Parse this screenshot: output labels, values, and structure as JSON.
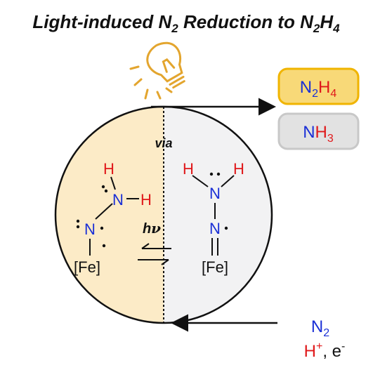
{
  "title": {
    "text_main": "Light-induced N",
    "text_sub1": "2",
    "text_mid": " Reduction to N",
    "text_sub2": "2",
    "text_h": "H",
    "text_sub3": "4"
  },
  "icons": {
    "light": "lightbulb-icon"
  },
  "products": [
    {
      "atom1": "N",
      "sub1": "2",
      "atom2": "H",
      "sub2": "4",
      "bg": "#f8d978",
      "border": "#f0b400"
    },
    {
      "atom1": "N",
      "atom2": "H",
      "sub2": "3",
      "bg": "#e2e2e2",
      "border": "#c8c8c8"
    }
  ],
  "labels": {
    "via": "via",
    "hv_h": "h",
    "hv_nu": "ν"
  },
  "left_structure": {
    "h_top": "H",
    "n_top": "N",
    "h_right": "H",
    "n_bottom": "N",
    "metal": "[Fe]"
  },
  "right_structure": {
    "h_left": "H",
    "h_right": "H",
    "n_top": "N",
    "n_bottom": "N",
    "metal": "[Fe]"
  },
  "reagents": {
    "n2_atom": "N",
    "n2_sub": "2",
    "h_plus": "H",
    "h_plus_sup": "+",
    "comma": ", e",
    "e_sup": "-"
  },
  "colors": {
    "left_half": "#fcebc7",
    "right_half": "#f2f2f3",
    "nitrogen": "#1a2fd6",
    "hydrogen": "#e0191b",
    "bulb": "#e3a52e",
    "arrow": "#111111"
  }
}
